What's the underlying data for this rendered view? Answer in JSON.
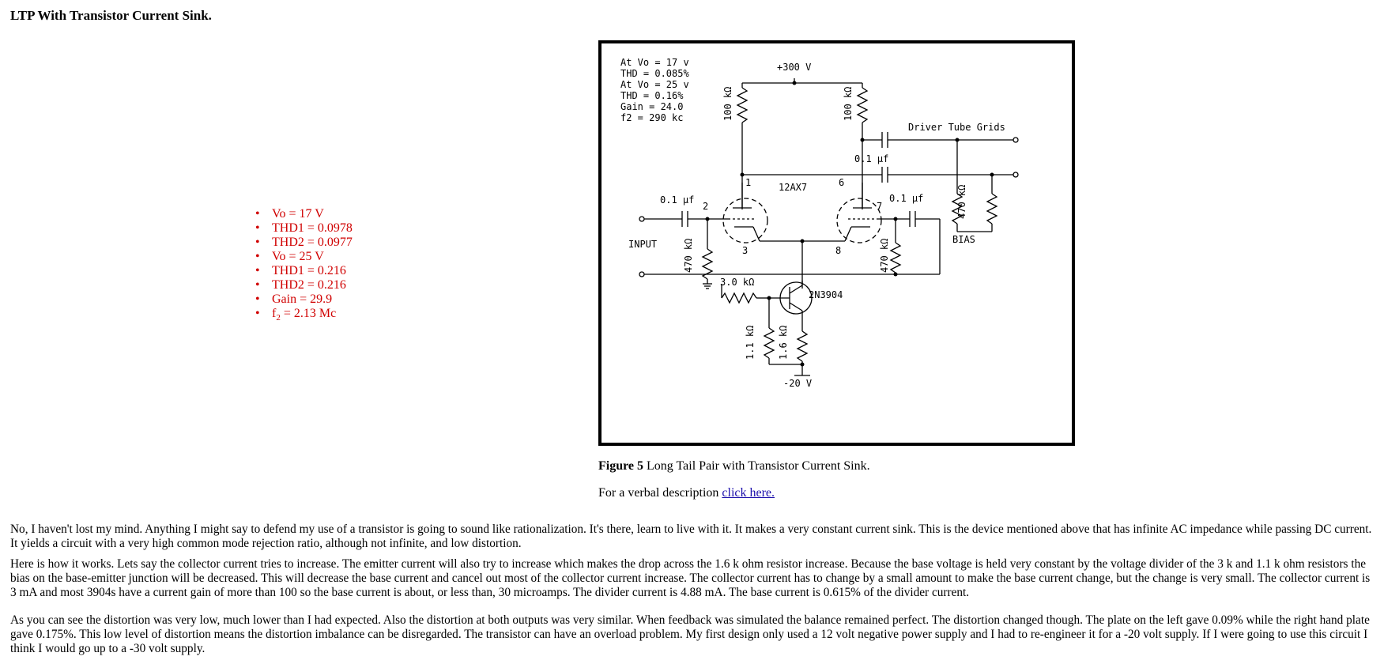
{
  "page": {
    "title": "LTP With Transistor Current Sink."
  },
  "results": [
    "Vo = 17 V",
    "THD1 = 0.0978",
    "THD2 = 0.0977",
    "Vo = 25 V",
    "THD1 = 0.216",
    "THD2 = 0.216",
    "Gain = 29.9"
  ],
  "f2_result": {
    "prefix": "f",
    "sub": "2",
    "suffix": " = 2.13 Mc"
  },
  "schematic": {
    "notes": [
      "At Vo = 17 v",
      "THD = 0.085%",
      "At Vo = 25 v",
      "THD = 0.16%",
      "Gain = 24.0",
      "f2 = 290 kc"
    ],
    "supply_pos": "+300 V",
    "supply_neg": "-20 V",
    "r_plate_left": "100 kΩ",
    "r_plate_right": "100 kΩ",
    "driver_label": "Driver Tube Grids",
    "cap_out_upper": "0.1 μf",
    "cap_in": "0.1 μf",
    "cap_right": "0.1 μf",
    "tube": "12AX7",
    "pin1": "1",
    "pin2": "2",
    "pin3": "3",
    "pin6": "6",
    "pin7": "7",
    "pin8": "8",
    "input_label": "INPUT",
    "r_grid_left": "470 kΩ",
    "r_grid_right": "470 kΩ",
    "r_bias": "470 kΩ",
    "bias_label": "BIAS",
    "r_base": "3.0 kΩ",
    "transistor": "2N3904",
    "r_div": "1.1 kΩ",
    "r_emitter": "1.6 kΩ"
  },
  "figure": {
    "caption_label": "Figure 5",
    "caption_text": " Long Tail Pair with Transistor Current Sink."
  },
  "verbal": {
    "prefix": "For a verbal description ",
    "link": "click here."
  },
  "paragraphs": [
    "No, I haven't lost my mind. Anything I might say to defend my use of a transistor is going to sound like rationalization. It's there, learn to live with it. It makes a very constant current sink. This is the device mentioned above that has infinite AC impedance while passing DC current. It yields a circuit with a very high common mode rejection ratio, although not infinite, and low distortion.",
    "Here is how it works. Lets say the collector current tries to increase. The emitter current will also try to increase which makes the drop across the 1.6 k ohm resistor increase. Because the base voltage is held very constant by the voltage divider of the 3 k and 1.1 k ohm resistors the bias on the base-emitter junction will be decreased. This will decrease the base current and cancel out most of the collector current increase. The collector current has to change by a small amount to make the base current change, but the change is very small. The collector current is 3 mA and most 3904s have a current gain of more than 100 so the base current is about, or less than, 30 microamps. The divider current is 4.88 mA. The base current is 0.615% of the divider current.",
    "As you can see the distortion was very low, much lower than I had expected. Also the distortion at both outputs was very similar. When feedback was simulated the balance remained perfect. The distortion changed though. The plate on the left gave 0.09% while the right hand plate gave 0.175%. This low level of distortion means the distortion imbalance can be disregarded. The transistor can have an overload problem. My first design only used a 12 volt negative power supply and I had to re-engineer it for a -20 volt supply. If I were going to use this circuit I think I would go up to a -30 volt supply."
  ]
}
